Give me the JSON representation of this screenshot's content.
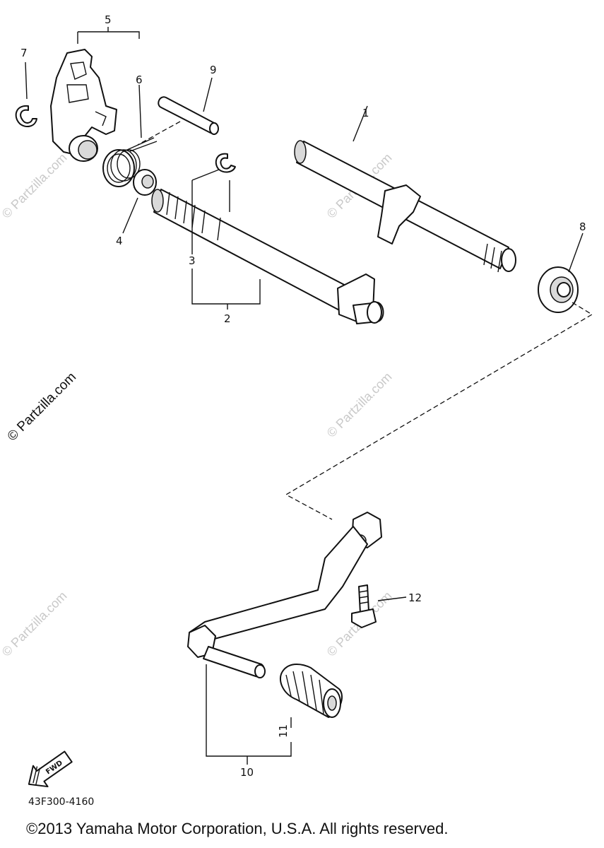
{
  "callouts": {
    "c1": "1",
    "c2": "2",
    "c3": "3",
    "c4": "4",
    "c5": "5",
    "c6": "6",
    "c7": "7",
    "c8": "8",
    "c9": "9",
    "c10": "10",
    "c11": "11",
    "c12": "12"
  },
  "arrow_label": "FWD",
  "diagram_code": "43F300-4160",
  "watermark": "© Partzilla.com",
  "copyright": "©2013 Yamaha Motor Corporation, U.S.A. All rights reserved."
}
